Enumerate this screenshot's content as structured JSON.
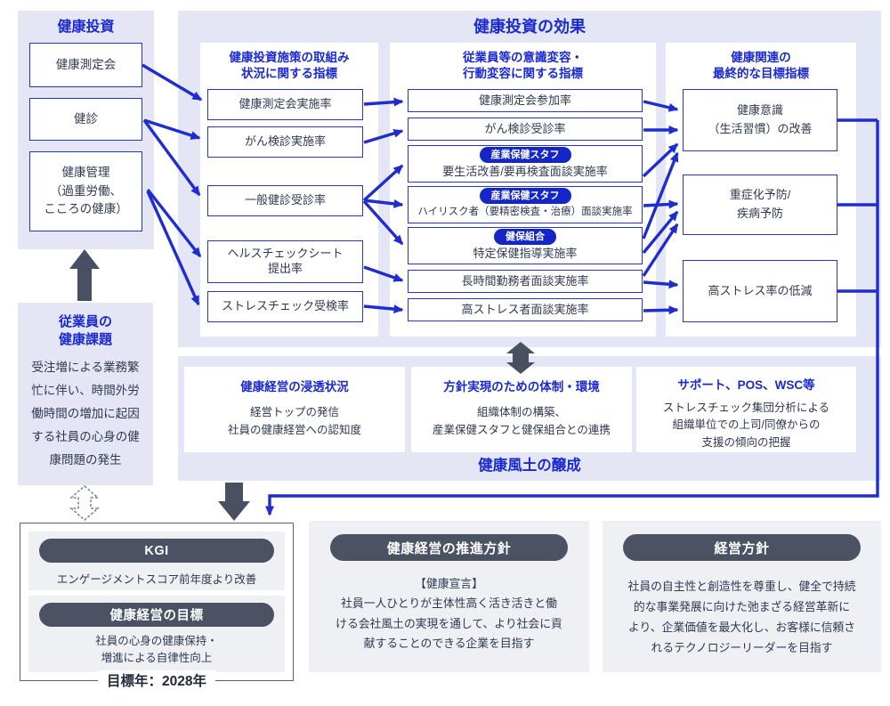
{
  "investment": {
    "title": "健康投資",
    "items": [
      "健康測定会",
      "健診",
      "健康管理\n（過重労働、\nこころの健康）"
    ]
  },
  "effects": {
    "title": "健康投資の効果",
    "col1": {
      "header": "健康投資施策の取組み\n状況に関する指標",
      "items": [
        "健康測定会実施率",
        "がん検診実施率",
        "一般健診受診率",
        "ヘルスチェックシート\n提出率",
        "ストレスチェック受検率"
      ]
    },
    "col2": {
      "header": "従業員等の意識変容・\n行動変容に関する指標",
      "items": [
        {
          "label": "健康測定会参加率"
        },
        {
          "label": "がん検診受診率"
        },
        {
          "badge": "産業保健スタフ",
          "label": "要生活改善/要再検査面談実施率"
        },
        {
          "badge": "産業保健スタフ",
          "label": "ハイリスク者（要精密検査・治療）面談実施率"
        },
        {
          "badge": "健保組合",
          "label": "特定保健指導実施率"
        },
        {
          "label": "長時間勤務者面談実施率"
        },
        {
          "label": "高ストレス者面談実施率"
        }
      ]
    },
    "col3": {
      "header": "健康関連の\n最終的な目標指標",
      "items": [
        "健康意識\n（生活習慣）の改善",
        "重症化予防/\n疾病予防",
        "高ストレス率の低減"
      ]
    }
  },
  "issues": {
    "title": "従業員の\n健康課題",
    "body": "受注増による業務繁\n忙に伴い、時間外労\n働時間の増加に起因\nする社員の心身の健\n康問題の発生"
  },
  "climate": {
    "title": "健康風土の醸成",
    "boxes": [
      {
        "header": "健康経営の浸透状況",
        "body": "経営トップの発信\n社員の健康経営への認知度"
      },
      {
        "header": "方針実現のための体制・環境",
        "body": "組織体制の構築、\n産業保健スタフと健保組合との連携"
      },
      {
        "header": "サポート、POS、WSC等",
        "body": "ストレスチェック集団分析による\n組織単位での上司/同僚からの\n支援の傾向の把握"
      }
    ]
  },
  "kgi": {
    "sections": [
      {
        "pill": "KGI",
        "body": "エンゲージメントスコア前年度より改善"
      },
      {
        "pill": "健康経営の目標",
        "body": "社員の心身の健康保持・\n増進による自律性向上"
      }
    ],
    "target_year": "目標年：2028年"
  },
  "policies": [
    {
      "pill": "健康経営の推進方針",
      "body": "【健康宣言】\n社員一人ひとりが主体性高く活き活きと働\nける会社風土の実現を通して、より社会に貢\n献することのできる企業を目指す"
    },
    {
      "pill": "経営方針",
      "body": "社員の自主性と創造性を尊重し、健全で持続\n的な事業発展に向けた弛まざる経営革新に\nより、企業価値を最大化し、お客様に信頼さ\nれるテクノロジーリーダーを目指す"
    }
  ],
  "colors": {
    "primary_blue": "#1e2cd0",
    "badge_blue": "#1426c8",
    "lavender": "#e4e6f5",
    "dark_gray": "#4a5264",
    "light_gray": "#eef0f4"
  }
}
